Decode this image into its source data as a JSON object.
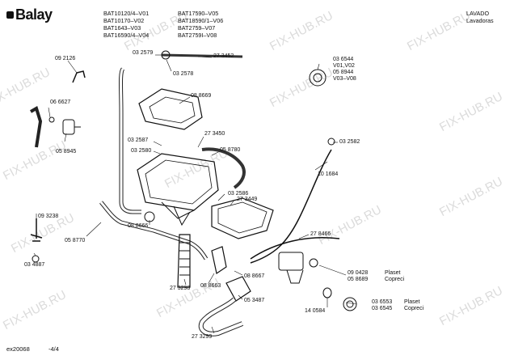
{
  "brand": "Balay",
  "models_col1": [
    "BAT10120/4–V01",
    "BAT10170–V02",
    "BAT1643–V03",
    "BAT16590/4–V04"
  ],
  "models_col2": [
    "BAT17590–V05",
    "BAT18590/1–V06",
    "BAT2759–V07",
    "BAT2759I–V08"
  ],
  "category": [
    "LAVADO",
    "Lavadoras"
  ],
  "footer_code": "ex20068",
  "page": "-4/4",
  "watermark": "FIX-HUB.RU",
  "parts": {
    "p092126": "09 2126",
    "p066627": "06 6627",
    "p058945": "05 8945",
    "p093238": "09 3238",
    "p034887": "03 4887",
    "p032579": "03 2579",
    "p032578": "03 2578",
    "p273452": "27 3452",
    "p088669": "08 8669",
    "p032587": "03 2587",
    "p032580": "03 2580",
    "p273450": "27 3450",
    "p058780": "05 8780",
    "p036544": "03 6544",
    "p_v0102": "V01,V02",
    "p058944": "05 8944",
    "p_v0308": "V03–V08",
    "p032582": "03 2582",
    "p101684": "10 1684",
    "p032586": "03 2586",
    "p273449": "27 3449",
    "p278466": "27 8466",
    "p058770": "05 8770",
    "p088666": "08 8666",
    "p273298": "27 3298",
    "p088663": "08 8663",
    "p088667": "08 8667",
    "p053487": "05 3487",
    "p140584": "14 0584",
    "p273299": "27 3299",
    "p090428": "09 0428",
    "plaset1": "Plaset",
    "p058689": "05 8689",
    "copreci1": "Copreci",
    "p036553": "03 6553",
    "plaset2": "Plaset",
    "p036545": "03 6545",
    "copreci2": "Copreci"
  }
}
